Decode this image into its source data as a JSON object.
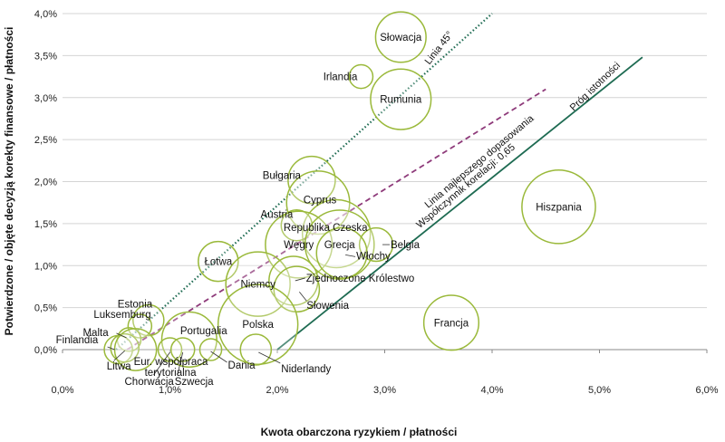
{
  "chart_data": {
    "type": "bubble",
    "xlabel": "Kwota obarczona ryzykiem / płatności",
    "ylabel": "Potwierdzone / objęte decyzją korekty finansowe / płatności",
    "xlim": [
      0,
      6
    ],
    "ylim": [
      0,
      4
    ],
    "x_ticks": [
      0,
      1,
      2,
      3,
      4,
      5,
      6
    ],
    "y_ticks": [
      0,
      0.5,
      1,
      1.5,
      2,
      2.5,
      3,
      3.5,
      4
    ],
    "x_tick_labels": [
      "0,0%",
      "1,0%",
      "2,0%",
      "3,0%",
      "4,0%",
      "5,0%",
      "6,0%"
    ],
    "y_tick_labels": [
      "0,0%",
      "0,5%",
      "1,0%",
      "1,5%",
      "2,0%",
      "2,5%",
      "3,0%",
      "3,5%",
      "4,0%"
    ],
    "grid": "horizontal",
    "bubble_color": "#9ab93a",
    "reference_lines": [
      {
        "name": "Linia 45°",
        "style": "dotted",
        "color": "#1e6b52",
        "points": [
          [
            0.5,
            0.0
          ],
          [
            4.0,
            4.0
          ]
        ]
      },
      {
        "name": "Próg istotności",
        "style": "solid",
        "color": "#1e6b52",
        "points": [
          [
            2.0,
            0.0
          ],
          [
            5.4,
            3.48
          ]
        ]
      },
      {
        "name": "Linia najlepszego dopasowania",
        "style": "dashed",
        "color": "#8e3a7a",
        "points": [
          [
            0.6,
            0.0
          ],
          [
            4.5,
            3.1
          ]
        ]
      }
    ],
    "line_annotations": [
      {
        "text": "Linia 45°"
      },
      {
        "text": "Próg istotności"
      },
      {
        "text": "Linia najlepszego dopasowania"
      },
      {
        "text": "Współczynnik korelacji: 0,65"
      }
    ],
    "points": [
      {
        "label": "Słowacja",
        "x": 3.15,
        "y": 3.72,
        "size": 1.6
      },
      {
        "label": "Irlandia",
        "x": 2.78,
        "y": 3.25,
        "size": 0.35
      },
      {
        "label": "Rumunia",
        "x": 3.15,
        "y": 2.98,
        "size": 2.3
      },
      {
        "label": "Bułgaria",
        "x": 2.32,
        "y": 2.02,
        "size": 1.4
      },
      {
        "label": "Cyprus",
        "x": 2.38,
        "y": 1.75,
        "size": 2.5
      },
      {
        "label": "Republika Czeska",
        "x": 2.55,
        "y": 1.38,
        "size": 2.9
      },
      {
        "label": "Austria",
        "x": 2.18,
        "y": 1.48,
        "size": 0.6
      },
      {
        "label": "Hiszpania",
        "x": 4.62,
        "y": 1.7,
        "size": 3.4
      },
      {
        "label": "Węgry",
        "x": 2.2,
        "y": 1.25,
        "size": 2.8
      },
      {
        "label": "Grecja",
        "x": 2.58,
        "y": 1.25,
        "size": 3.0
      },
      {
        "label": "Belgia",
        "x": 2.92,
        "y": 1.25,
        "size": 0.7
      },
      {
        "label": "Włochy",
        "x": 2.6,
        "y": 1.15,
        "size": 1.6
      },
      {
        "label": "Łotwa",
        "x": 1.45,
        "y": 1.05,
        "size": 1.0
      },
      {
        "label": "Niemcy",
        "x": 1.82,
        "y": 0.78,
        "size": 2.6
      },
      {
        "label": "Zjednoczone Królestwo",
        "x": 2.15,
        "y": 0.82,
        "size": 1.5
      },
      {
        "label": "Słowenia",
        "x": 2.18,
        "y": 0.72,
        "size": 1.3
      },
      {
        "label": "Polska",
        "x": 1.82,
        "y": 0.3,
        "size": 4.0
      },
      {
        "label": "Francja",
        "x": 3.62,
        "y": 0.32,
        "size": 1.9
      },
      {
        "label": "Estonia",
        "x": 0.8,
        "y": 0.35,
        "size": 0.6
      },
      {
        "label": "Luksemburg",
        "x": 0.72,
        "y": 0.28,
        "size": 0.35
      },
      {
        "label": "Malta",
        "x": 0.62,
        "y": 0.12,
        "size": 0.35
      },
      {
        "label": "Finlandia",
        "x": 0.52,
        "y": 0.0,
        "size": 0.5
      },
      {
        "label": "Litwa",
        "x": 0.58,
        "y": 0.02,
        "size": 0.5
      },
      {
        "label": "Eur. współpraca terytorialna",
        "x": 0.68,
        "y": 0.0,
        "size": 1.1
      },
      {
        "label": "Portugalia",
        "x": 1.18,
        "y": 0.12,
        "size": 1.9
      },
      {
        "label": "Chorwacja",
        "x": 1.0,
        "y": 0.0,
        "size": 0.35
      },
      {
        "label": "Szwecja",
        "x": 1.12,
        "y": 0.0,
        "size": 0.35
      },
      {
        "label": "Dania",
        "x": 1.38,
        "y": 0.0,
        "size": 0.3
      },
      {
        "label": "Niderlandy",
        "x": 1.8,
        "y": 0.0,
        "size": 0.6
      }
    ]
  }
}
